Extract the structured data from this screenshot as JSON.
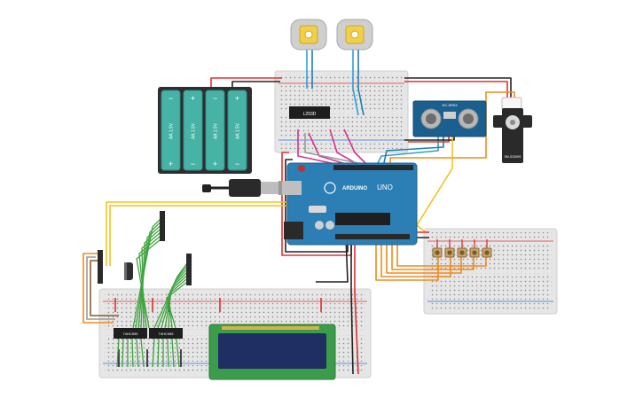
{
  "canvas": {
    "background": "#ffffff",
    "wire_colors": {
      "red": "#e03030",
      "black": "#222222",
      "yellow": "#f0c419",
      "orange": "#f08a1c",
      "green": "#3fa33f",
      "blue": "#2b9fd6",
      "magenta": "#d6338f",
      "brown": "#8a5a2b",
      "gray": "#9a9a9a"
    }
  },
  "motors": [
    {
      "name": "dc-motor-left"
    },
    {
      "name": "dc-motor-right"
    }
  ],
  "battery_pack": {
    "cells": [
      {
        "label": "AA 1.5V"
      },
      {
        "label": "AA 1.5V"
      },
      {
        "label": "AA 1.5V"
      },
      {
        "label": "AA 1.5V"
      }
    ],
    "plus": "+",
    "minus": "−"
  },
  "motor_driver": {
    "label": "L293D"
  },
  "ultrasonic": {
    "label": "HC-SR04"
  },
  "servo": {
    "label": "SM-S2309S"
  },
  "arduino": {
    "brand": "ARDUINO",
    "model": "UNO",
    "reset_button": "reset"
  },
  "shift_registers": [
    {
      "label": "74HC595"
    },
    {
      "label": "74HC595"
    }
  ],
  "lcd": {
    "color_screen": "#1f2f63",
    "color_pcb": "#3b9c4c"
  },
  "buttons_breadboard": {
    "button_count": 5
  }
}
